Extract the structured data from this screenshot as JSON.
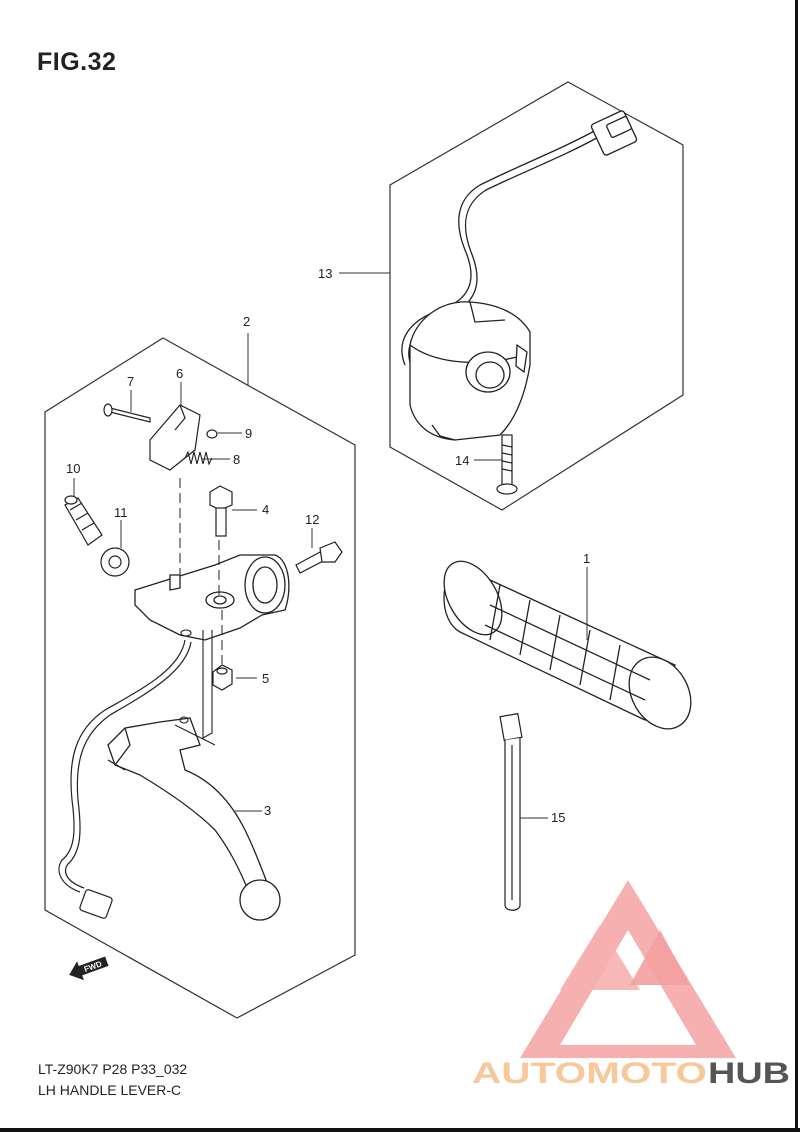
{
  "figure": {
    "title": "FIG.32",
    "code": "LT-Z90K7 P28 P33_032",
    "name": "LH HANDLE LEVER-C"
  },
  "direction_marker": "FWD",
  "callouts": [
    "1",
    "2",
    "3",
    "4",
    "5",
    "6",
    "7",
    "8",
    "9",
    "10",
    "11",
    "12",
    "13",
    "14",
    "15"
  ],
  "watermark": {
    "part1": "AUTOMOTO",
    "part2": "HUB",
    "color_triangle": "#f4a0a0",
    "color_text1": "#f6c89a",
    "color_text2": "#555555"
  }
}
